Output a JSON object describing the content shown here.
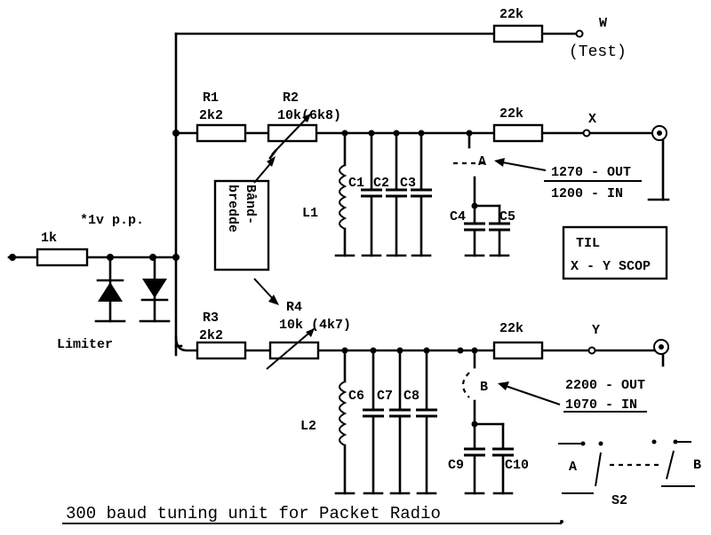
{
  "title": "300 baud tuning unit for Packet Radio",
  "input": {
    "resistor": "1k",
    "level": "*1v p.p.",
    "limiter": "Limiter"
  },
  "test_branch": {
    "resistor": "22k",
    "terminal": "W",
    "note": "(Test)"
  },
  "upper_filter": {
    "r1_name": "R1",
    "r1_value": "2k2",
    "r2_name": "R2",
    "r2_value": "10k(6k8)",
    "inductor": "L1",
    "caps": [
      "C1",
      "C2",
      "C3"
    ],
    "out_resistor": "22k",
    "terminal": "X",
    "jumper": "A",
    "jumper_caps": [
      "C4",
      "C5"
    ],
    "freq_out": "1270 - OUT",
    "freq_in": "1200 - IN"
  },
  "lower_filter": {
    "r3_name": "R3",
    "r3_value": "2k2",
    "r4_name": "R4",
    "r4_value": "10k (4k7)",
    "inductor": "L2",
    "caps": [
      "C6",
      "C7",
      "C8"
    ],
    "out_resistor": "22k",
    "terminal": "Y",
    "jumper": "B",
    "jumper_caps": [
      "C9",
      "C10"
    ],
    "freq_out": "2200 - OUT",
    "freq_in": "1070 - IN"
  },
  "bandwidth_box": {
    "line1": "Bånd-",
    "line2": "bredde"
  },
  "scope_box": {
    "line1": "TIL",
    "line2": "X - Y SCOP"
  },
  "switch": {
    "name": "S2",
    "pos_a": "A",
    "pos_b": "B"
  }
}
